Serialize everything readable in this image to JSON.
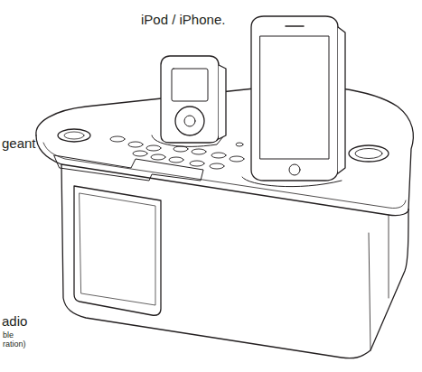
{
  "diagram": {
    "labels": [
      "iPod / iPhone.",
      "geant",
      "adio",
      "ble",
      "ration)"
    ]
  }
}
